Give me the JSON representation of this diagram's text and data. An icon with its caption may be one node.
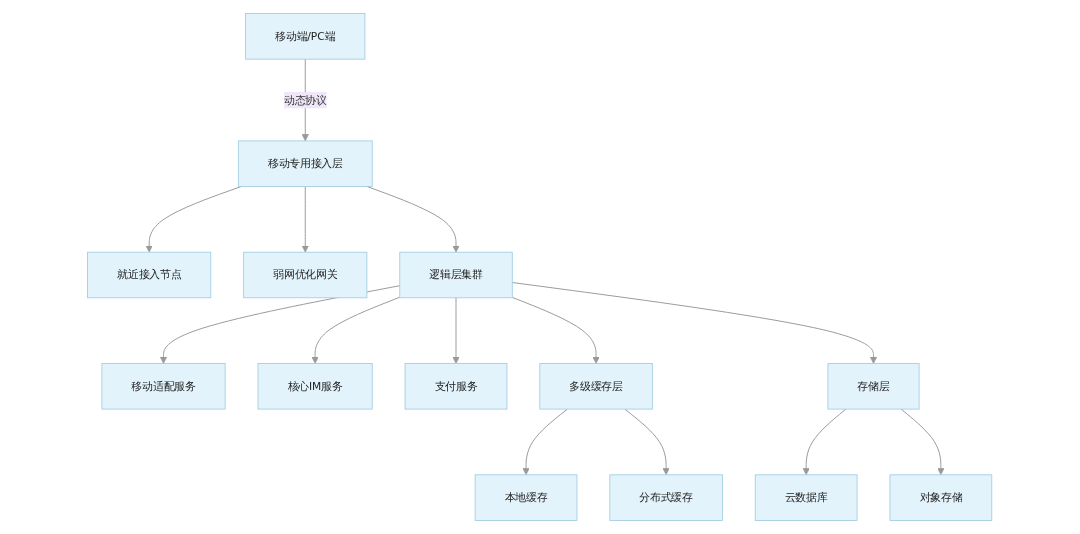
{
  "diagram": {
    "nodes": [
      {
        "text": [
          "移动端/PC端"
        ]
      },
      {
        "text": [
          "移动专用接入层"
        ]
      },
      {
        "text": [
          "就近接入节点"
        ]
      },
      {
        "text": [
          "弱网优化网关"
        ]
      },
      {
        "text": [
          "逻辑层集群"
        ]
      },
      {
        "text": [
          "移动适配服务"
        ]
      },
      {
        "text": [
          "核心IM服务"
        ]
      },
      {
        "text": [
          "支付服务"
        ]
      },
      {
        "text": [
          "多级缓存层"
        ]
      },
      {
        "text": [
          "存储层"
        ]
      },
      {
        "text": [
          "本地缓存"
        ]
      },
      {
        "text": [
          "分布式缓存"
        ]
      },
      {
        "text": [
          "云数据库"
        ]
      },
      {
        "text": [
          "对象存储"
        ]
      }
    ],
    "edges": [
      {
        "from": 0,
        "to": 1,
        "arrow": "to",
        "label": "动态协议"
      },
      {
        "from": 1,
        "to": 2,
        "arrow": "to"
      },
      {
        "from": 1,
        "to": 3,
        "arrow": "to"
      },
      {
        "from": 1,
        "to": 4,
        "arrow": "to"
      },
      {
        "from": 4,
        "to": 5,
        "arrow": "to"
      },
      {
        "from": 4,
        "to": 6,
        "arrow": "to"
      },
      {
        "from": 4,
        "to": 7,
        "arrow": "to"
      },
      {
        "from": 4,
        "to": 8,
        "arrow": "to"
      },
      {
        "from": 4,
        "to": 9,
        "arrow": "to"
      },
      {
        "from": 8,
        "to": 10,
        "arrow": "to"
      },
      {
        "from": 8,
        "to": 11,
        "arrow": "to"
      },
      {
        "from": 9,
        "to": 12,
        "arrow": "to"
      },
      {
        "from": 9,
        "to": 13,
        "arrow": "to"
      }
    ]
  }
}
